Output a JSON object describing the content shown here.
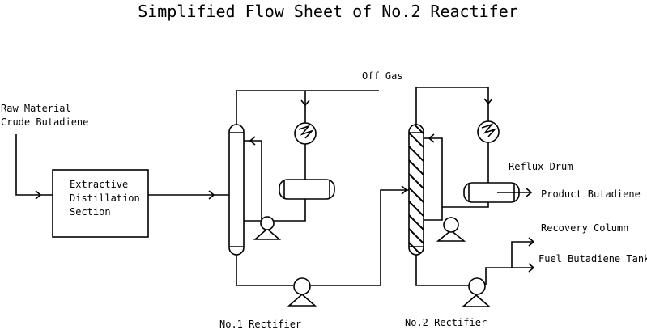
{
  "title": "Simplified Flow Sheet of No.2 Reactifer",
  "labels": {
    "raw_material_line1": "Raw Material",
    "raw_material_line2": "Crude Butadiene",
    "extractive_line1": "Extractive",
    "extractive_line2": "Distillation",
    "extractive_line3": "Section",
    "off_gas": "Off Gas",
    "reflux_drum": "Reflux Drum",
    "product_butadiene": "Product Butadiene",
    "recovery_column": "Recovery Column",
    "fuel_butadiene_tank": "Fuel Butadiene Tank",
    "no1_rectifier": "No.1 Rectifier",
    "no2_rectifier": "No.2 Rectifier"
  }
}
